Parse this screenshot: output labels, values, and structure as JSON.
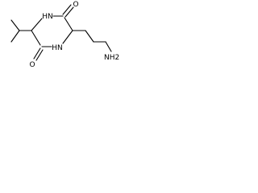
{
  "molecule": {
    "atoms": {
      "nh_top": "HN",
      "nh_bottom": "HN",
      "o_top": "O",
      "o_bottom": "O",
      "nh2": "NH2"
    }
  }
}
